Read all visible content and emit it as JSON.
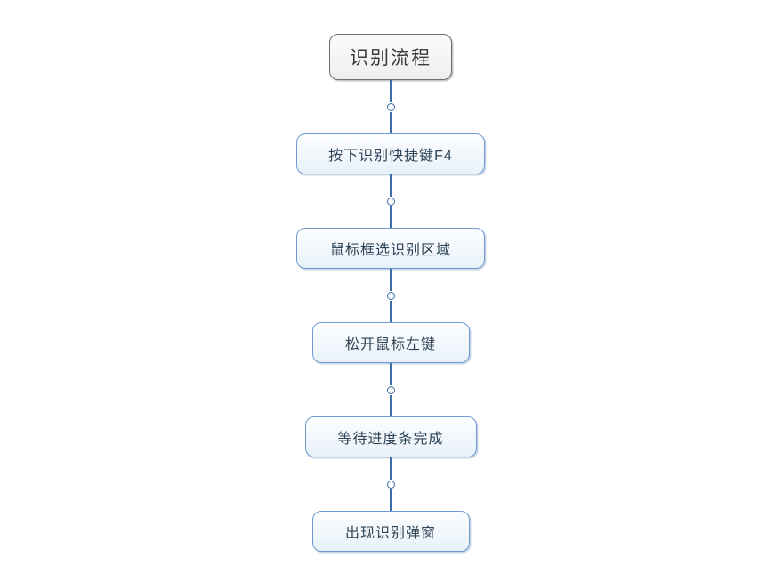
{
  "diagram": {
    "root": {
      "label": "识别流程"
    },
    "steps": [
      {
        "label": "按下识别快捷键F4"
      },
      {
        "label": "鼠标框选识别区域"
      },
      {
        "label": "松开鼠标左键"
      },
      {
        "label": "等待进度条完成"
      },
      {
        "label": "出现识别弹窗"
      }
    ],
    "colors": {
      "canvas_bg": "#ffffff",
      "root_border": "#6e6e6e",
      "root_fill": "#efefef",
      "root_text": "#3a3a3a",
      "step_border": "#6f9ad1",
      "step_fill_top": "#fdfeff",
      "step_fill_bottom": "#e8f1fa",
      "step_text": "#2f4456",
      "connector_line": "#3c6ea9"
    }
  }
}
